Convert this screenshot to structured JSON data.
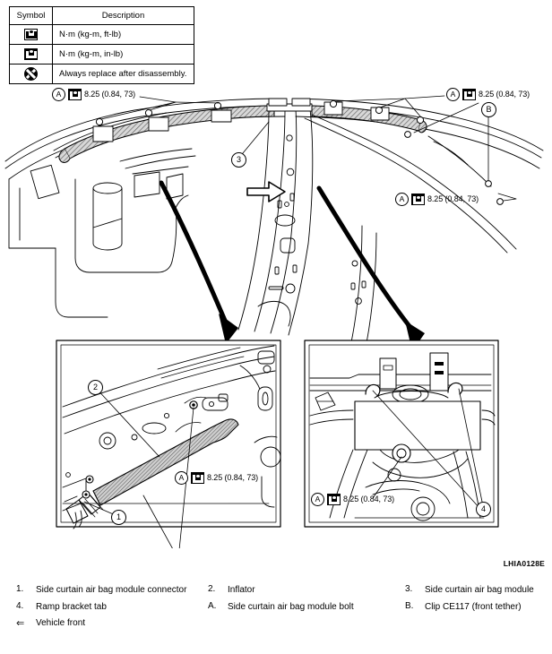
{
  "symbol_table": {
    "headers": [
      "Symbol",
      "Description"
    ],
    "rows": [
      {
        "symbol_icon": "bolt-torque-light-icon",
        "description": "N·m (kg-m, ft-lb)"
      },
      {
        "symbol_icon": "bolt-torque-dark-icon",
        "description": "N·m (kg-m, in-lb)"
      },
      {
        "symbol_icon": "always-replace-icon",
        "description": "Always replace after disassembly."
      }
    ]
  },
  "figure": {
    "code": "LHIA0128E",
    "torque_labels": [
      {
        "ref": "A",
        "value": "8.25 (0.84, 73)"
      },
      {
        "ref": "A",
        "value": "8.25 (0.84, 73)"
      },
      {
        "ref": "A",
        "value": "8.25 (0.84, 73)"
      },
      {
        "ref": "A",
        "value": "8.25 (0.84, 73)"
      },
      {
        "ref": "A",
        "value": "8.25 (0.84, 73)"
      }
    ],
    "callouts": [
      {
        "id": "1"
      },
      {
        "id": "2"
      },
      {
        "id": "3"
      },
      {
        "id": "4"
      },
      {
        "id": "B"
      }
    ]
  },
  "legend": {
    "items": [
      {
        "key": "1.",
        "text": "Side curtain air bag module connector"
      },
      {
        "key": "2.",
        "text": "Inflator"
      },
      {
        "key": "3.",
        "text": "Side curtain air bag module"
      },
      {
        "key": "4.",
        "text": "Ramp bracket tab"
      },
      {
        "key": "A.",
        "text": "Side curtain air bag module bolt"
      },
      {
        "key": "B.",
        "text": "Clip CE117 (front tether)"
      },
      {
        "key": "⇐",
        "text": "Vehicle front"
      }
    ]
  }
}
